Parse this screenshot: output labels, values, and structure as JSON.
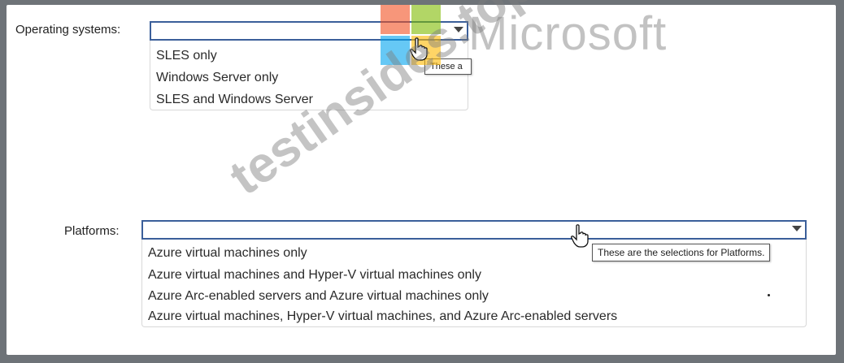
{
  "os_field": {
    "label": "Operating systems:",
    "selected": "",
    "options": [
      "SLES only",
      "Windows Server only",
      "SLES and Windows Server"
    ],
    "tooltip": "These a"
  },
  "platforms_field": {
    "label": "Platforms:",
    "selected": "",
    "options": [
      "Azure virtual machines only",
      "Azure virtual machines and Hyper-V virtual machines only",
      "Azure Arc-enabled servers and Azure virtual machines only",
      "Azure virtual machines, Hyper-V virtual machines, and Azure Arc-enabled servers"
    ],
    "tooltip": "These are the selections for Platforms."
  },
  "watermarks": {
    "brand": "Microsoft",
    "site": "testinsides.top"
  },
  "colors": {
    "select_border": "#3b5f9a",
    "logo_red": "#f25022",
    "logo_green": "#7fba00",
    "logo_blue": "#00a4ef",
    "logo_yellow": "#ffb900"
  }
}
